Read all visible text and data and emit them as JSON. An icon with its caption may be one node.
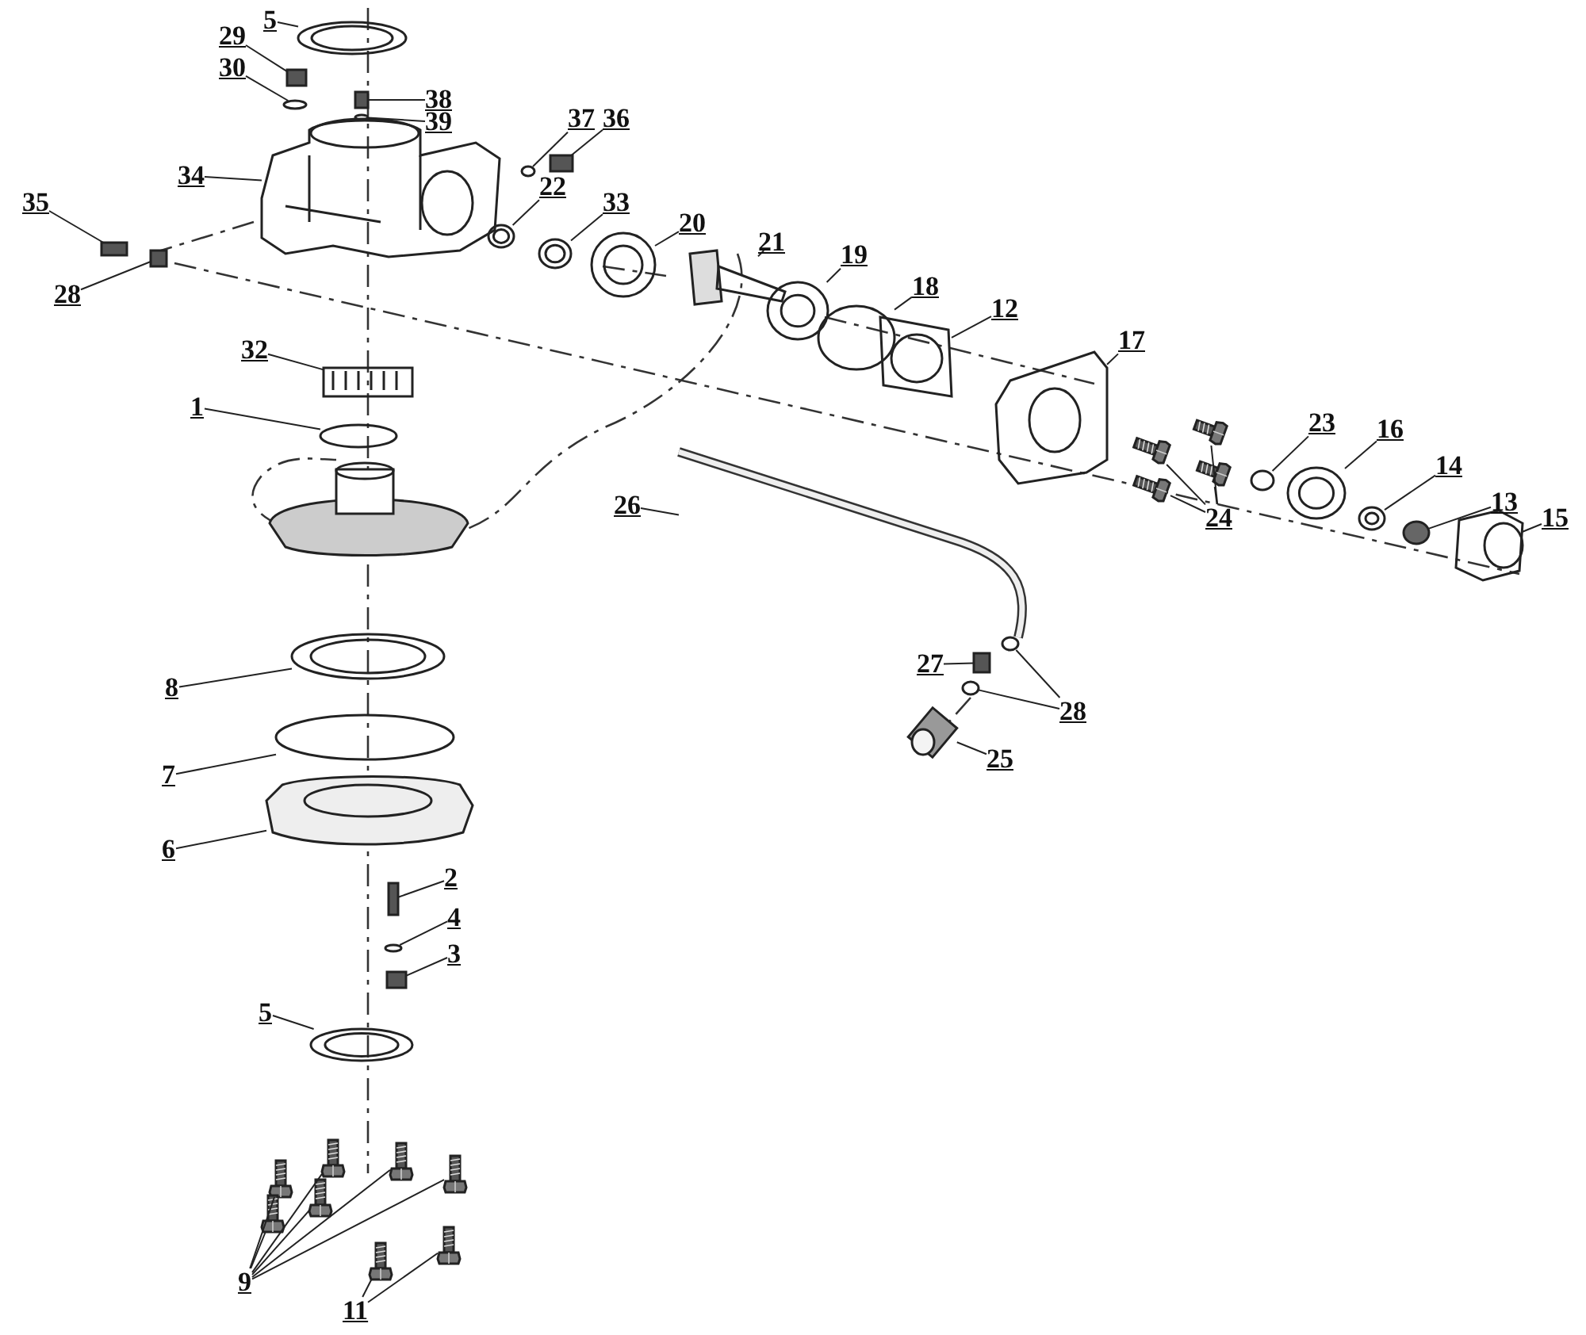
{
  "diagram": {
    "nodes": [
      {
        "text": [
          "5"
        ]
      },
      {
        "text": [
          "29"
        ]
      },
      {
        "text": [
          "30"
        ]
      },
      {
        "text": [
          "38"
        ]
      },
      {
        "text": [
          "39"
        ]
      },
      {
        "text": [
          "37"
        ]
      },
      {
        "text": [
          "36"
        ]
      },
      {
        "text": [
          "34"
        ]
      },
      {
        "text": [
          "22"
        ]
      },
      {
        "text": [
          "33"
        ]
      },
      {
        "text": [
          "20"
        ]
      },
      {
        "text": [
          "21"
        ]
      },
      {
        "text": [
          "19"
        ]
      },
      {
        "text": [
          "18"
        ]
      },
      {
        "text": [
          "12"
        ]
      },
      {
        "text": [
          "17"
        ]
      },
      {
        "text": [
          "35"
        ]
      },
      {
        "text": [
          "28"
        ]
      },
      {
        "text": [
          "32"
        ]
      },
      {
        "text": [
          "1"
        ]
      },
      {
        "text": [
          "26"
        ]
      },
      {
        "text": [
          "23"
        ]
      },
      {
        "text": [
          "16"
        ]
      },
      {
        "text": [
          "14"
        ]
      },
      {
        "text": [
          "13"
        ]
      },
      {
        "text": [
          "15"
        ]
      },
      {
        "text": [
          "24"
        ]
      },
      {
        "text": [
          "27"
        ]
      },
      {
        "text": [
          "28"
        ]
      },
      {
        "text": [
          "25"
        ]
      },
      {
        "text": [
          "8"
        ]
      },
      {
        "text": [
          "7"
        ]
      },
      {
        "text": [
          "6"
        ]
      },
      {
        "text": [
          "2"
        ]
      },
      {
        "text": [
          "4"
        ]
      },
      {
        "text": [
          "3"
        ]
      },
      {
        "text": [
          "5"
        ]
      },
      {
        "text": [
          "9"
        ]
      },
      {
        "text": [
          "11"
        ]
      },
      {
        "text": [],
        "shape": "circle"
      },
      {
        "text": [],
        "shape": "box"
      },
      {
        "text": [],
        "shape": "circle"
      },
      {
        "text": [],
        "shape": "box"
      },
      {
        "text": [],
        "shape": "circle"
      },
      {
        "text": [],
        "shape": "circle"
      },
      {
        "text": [],
        "shape": "box"
      },
      {
        "text": [],
        "shape": "picture"
      },
      {
        "text": [],
        "shape": "circle"
      },
      {
        "text": [],
        "shape": "circle"
      },
      {
        "text": [],
        "shape": "circle"
      },
      {
        "text": [],
        "shape": "picture"
      },
      {
        "text": [],
        "shape": "circle"
      },
      {
        "text": [],
        "shape": "circle"
      },
      {
        "text": [],
        "shape": "picture"
      },
      {
        "text": [],
        "shape": "picture"
      },
      {
        "text": [],
        "shape": "box"
      },
      {
        "text": [],
        "shape": "box"
      },
      {
        "text": [],
        "shape": "picture"
      },
      {
        "text": [],
        "shape": "circle"
      },
      {
        "text": [],
        "shape": "picture"
      },
      {
        "text": [],
        "shape": "circle"
      },
      {
        "text": [],
        "shape": "circle"
      },
      {
        "text": [],
        "shape": "circle"
      },
      {
        "text": [],
        "shape": "circle"
      },
      {
        "text": [],
        "shape": "picture"
      },
      {
        "text": [],
        "shape": "picture"
      },
      {
        "text": [],
        "shape": "picture"
      },
      {
        "text": [],
        "shape": "picture"
      },
      {
        "text": [],
        "shape": "picture"
      },
      {
        "text": [],
        "shape": "box"
      },
      {
        "text": [],
        "shape": "circle"
      },
      {
        "text": [],
        "shape": "circle"
      },
      {
        "text": [],
        "shape": "picture"
      },
      {
        "text": [],
        "shape": "circle"
      },
      {
        "text": [],
        "shape": "circle"
      },
      {
        "text": [],
        "shape": "picture"
      },
      {
        "text": [],
        "shape": "box"
      },
      {
        "text": [],
        "shape": "circle"
      },
      {
        "text": [],
        "shape": "box"
      },
      {
        "text": [],
        "shape": "circle"
      },
      {
        "text": [],
        "shape": "picture"
      },
      {
        "text": [],
        "shape": "picture"
      },
      {
        "text": [],
        "shape": "picture"
      },
      {
        "text": [],
        "shape": "picture"
      },
      {
        "text": [],
        "shape": "picture"
      },
      {
        "text": [],
        "shape": "picture"
      },
      {
        "text": [],
        "shape": "picture"
      },
      {
        "text": [],
        "shape": "picture"
      }
    ],
    "edges": [
      {
        "from": 0,
        "to": 39,
        "arrow": "none"
      },
      {
        "from": 1,
        "to": 40,
        "arrow": "none"
      },
      {
        "from": 2,
        "to": 41,
        "arrow": "none"
      },
      {
        "from": 3,
        "to": 42,
        "arrow": "none"
      },
      {
        "from": 4,
        "to": 43,
        "arrow": "none"
      },
      {
        "from": 5,
        "to": 44,
        "arrow": "none"
      },
      {
        "from": 6,
        "to": 45,
        "arrow": "none"
      },
      {
        "from": 7,
        "to": 46,
        "arrow": "none"
      },
      {
        "from": 8,
        "to": 47,
        "arrow": "none"
      },
      {
        "from": 9,
        "to": 48,
        "arrow": "none"
      },
      {
        "from": 10,
        "to": 49,
        "arrow": "none"
      },
      {
        "from": 11,
        "to": 50,
        "arrow": "none"
      },
      {
        "from": 12,
        "to": 51,
        "arrow": "none"
      },
      {
        "from": 13,
        "to": 52,
        "arrow": "none"
      },
      {
        "from": 14,
        "to": 53,
        "arrow": "none"
      },
      {
        "from": 15,
        "to": 54,
        "arrow": "none"
      },
      {
        "from": 16,
        "to": 55,
        "arrow": "none"
      },
      {
        "from": 17,
        "to": 56,
        "arrow": "none"
      },
      {
        "from": 18,
        "to": 57,
        "arrow": "none"
      },
      {
        "from": 19,
        "to": 58,
        "arrow": "none"
      },
      {
        "from": 20,
        "to": 59,
        "arrow": "none"
      },
      {
        "from": 21,
        "to": 60,
        "arrow": "none"
      },
      {
        "from": 22,
        "to": 61,
        "arrow": "none"
      },
      {
        "from": 23,
        "to": 62,
        "arrow": "none"
      },
      {
        "from": 24,
        "to": 63,
        "arrow": "none"
      },
      {
        "from": 25,
        "to": 64,
        "arrow": "none"
      },
      {
        "from": 26,
        "to": 65,
        "arrow": "none"
      },
      {
        "from": 26,
        "to": 66,
        "arrow": "none"
      },
      {
        "from": 26,
        "to": 67,
        "arrow": "none"
      },
      {
        "from": 26,
        "to": 68,
        "arrow": "none"
      },
      {
        "from": 27,
        "to": 69,
        "arrow": "none"
      },
      {
        "from": 28,
        "to": 70,
        "arrow": "none"
      },
      {
        "from": 28,
        "to": 71,
        "arrow": "none"
      },
      {
        "from": 29,
        "to": 72,
        "arrow": "none"
      },
      {
        "from": 30,
        "to": 73,
        "arrow": "none"
      },
      {
        "from": 31,
        "to": 74,
        "arrow": "none"
      },
      {
        "from": 32,
        "to": 75,
        "arrow": "none"
      },
      {
        "from": 33,
        "to": 76,
        "arrow": "none"
      },
      {
        "from": 34,
        "to": 77,
        "arrow": "none"
      },
      {
        "from": 35,
        "to": 78,
        "arrow": "none"
      },
      {
        "from": 36,
        "to": 79,
        "arrow": "none"
      },
      {
        "from": 37,
        "to": 80,
        "arrow": "none"
      },
      {
        "from": 37,
        "to": 81,
        "arrow": "none"
      },
      {
        "from": 37,
        "to": 82,
        "arrow": "none"
      },
      {
        "from": 37,
        "to": 83,
        "arrow": "none"
      },
      {
        "from": 37,
        "to": 84,
        "arrow": "none"
      },
      {
        "from": 37,
        "to": 85,
        "arrow": "none"
      },
      {
        "from": 38,
        "to": 86,
        "arrow": "none"
      },
      {
        "from": 38,
        "to": 87,
        "arrow": "none"
      }
    ]
  }
}
